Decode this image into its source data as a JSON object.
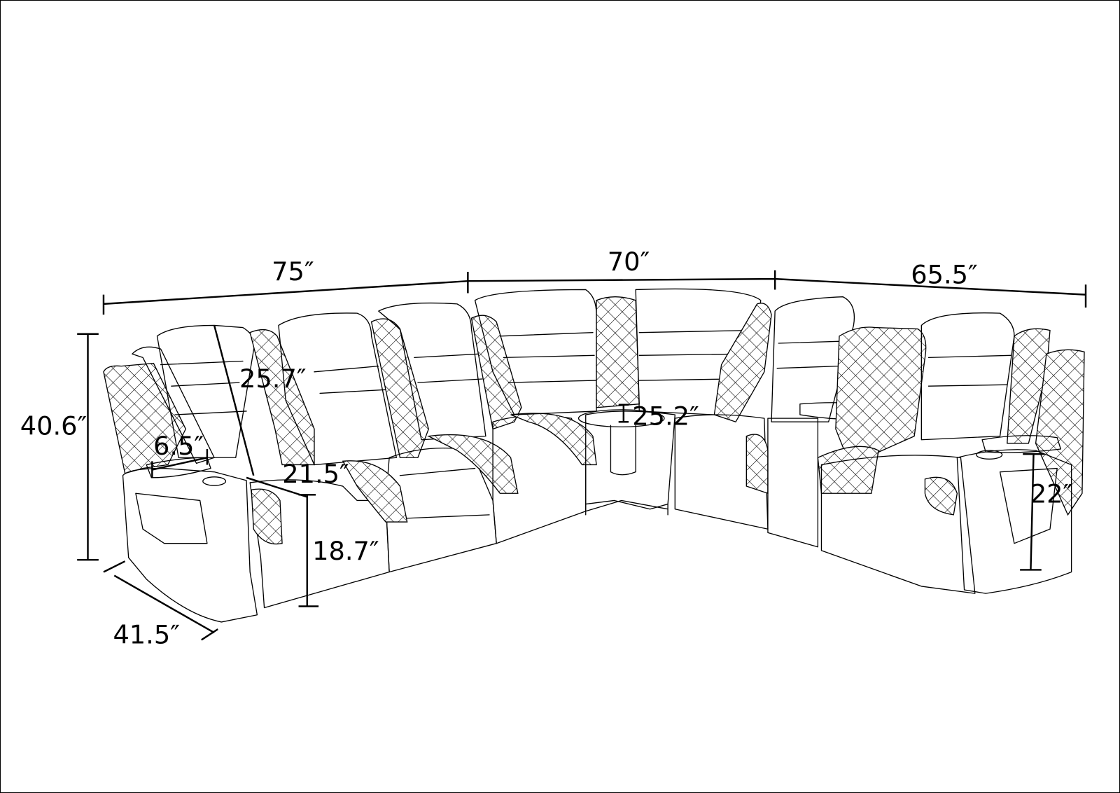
{
  "diagram": {
    "subject": "sectional-recliner-sofa",
    "dimensions": {
      "left_section_width": "75″",
      "corner_section_width": "70″",
      "right_section_width": "65.5″",
      "overall_height": "40.6″",
      "backrest_height": "25.7″",
      "armrest_width": "6.5″",
      "seat_depth": "21.5″",
      "seat_height": "18.7″",
      "depth": "41.5″",
      "corner_table_height": "25.2″",
      "arm_height": "22″"
    }
  }
}
